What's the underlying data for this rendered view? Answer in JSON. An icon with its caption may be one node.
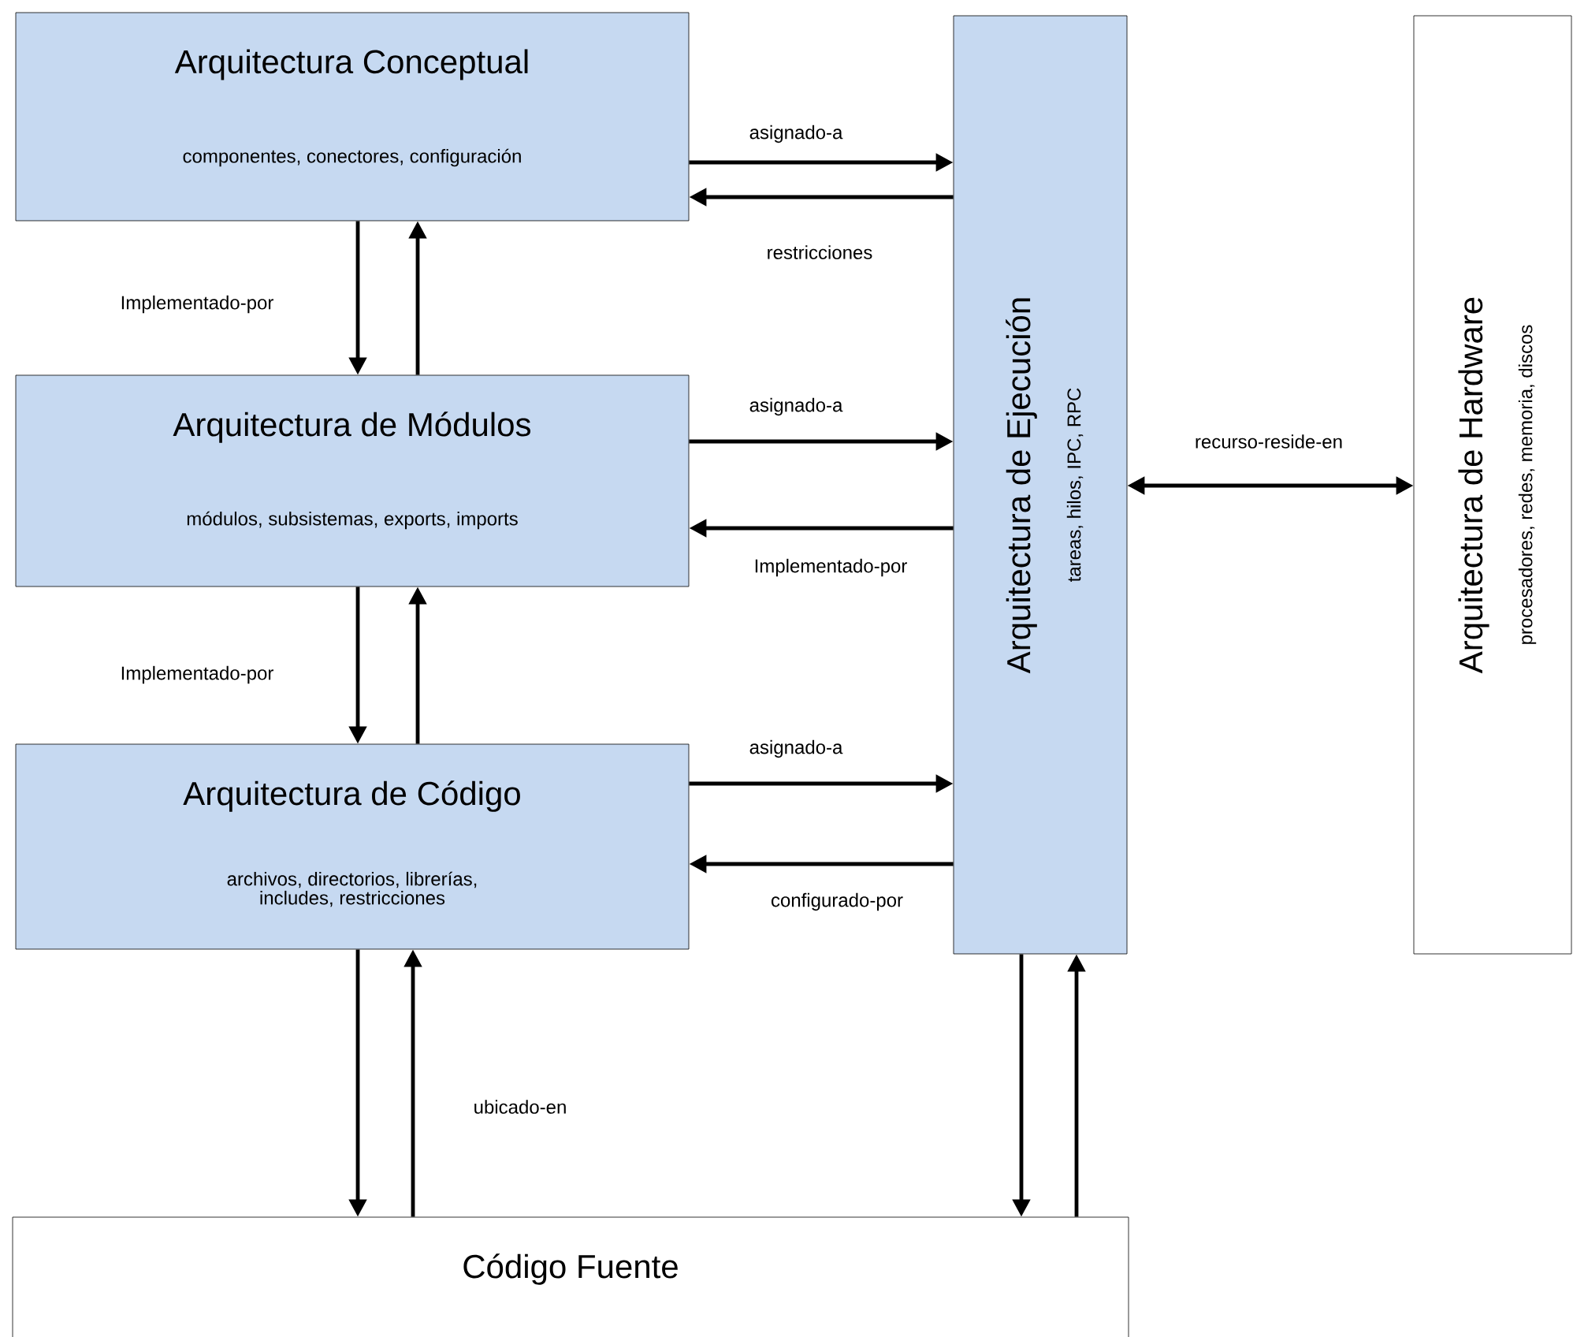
{
  "diagram": {
    "nodes": [
      {
        "text": [
          "Arquitectura Conceptual",
          "componentes, conectores, configuración"
        ]
      },
      {
        "text": [
          "Arquitectura de Módulos",
          "módulos, subsistemas, exports, imports"
        ]
      },
      {
        "text": [
          "Arquitectura de Código",
          "archivos, directorios, librerías, includes, restricciones"
        ]
      },
      {
        "text": [
          "Arquitectura de Ejecución",
          "tareas, hilos, IPC, RPC"
        ]
      },
      {
        "text": [
          "Arquitectura de Hardware",
          "procesadores, redes, memoria, discos"
        ]
      },
      {
        "text": [
          "Código Fuente"
        ]
      }
    ],
    "edges": [
      {
        "from": 0,
        "to": 3,
        "arrow": "to",
        "label": "asignado-a"
      },
      {
        "from": 3,
        "to": 0,
        "arrow": "to",
        "label": "restricciones"
      },
      {
        "from": 0,
        "to": 1,
        "arrow": "to",
        "label": "Implementado-por"
      },
      {
        "from": 1,
        "to": 0,
        "arrow": "to"
      },
      {
        "from": 1,
        "to": 3,
        "arrow": "to",
        "label": "asignado-a"
      },
      {
        "from": 3,
        "to": 1,
        "arrow": "to",
        "label": "Implementado-por"
      },
      {
        "from": 1,
        "to": 2,
        "arrow": "to",
        "label": "Implementado-por"
      },
      {
        "from": 2,
        "to": 1,
        "arrow": "to"
      },
      {
        "from": 2,
        "to": 3,
        "arrow": "to",
        "label": "asignado-a"
      },
      {
        "from": 3,
        "to": 2,
        "arrow": "to",
        "label": "configurado-por"
      },
      {
        "from": 3,
        "to": 4,
        "arrow": "both",
        "label": "recurso-reside-en"
      },
      {
        "from": 2,
        "to": 5,
        "arrow": "to"
      },
      {
        "from": 5,
        "to": 2,
        "arrow": "to",
        "label": "ubicado-en"
      },
      {
        "from": 3,
        "to": 5,
        "arrow": "to"
      },
      {
        "from": 5,
        "to": 3,
        "arrow": "to"
      }
    ]
  }
}
